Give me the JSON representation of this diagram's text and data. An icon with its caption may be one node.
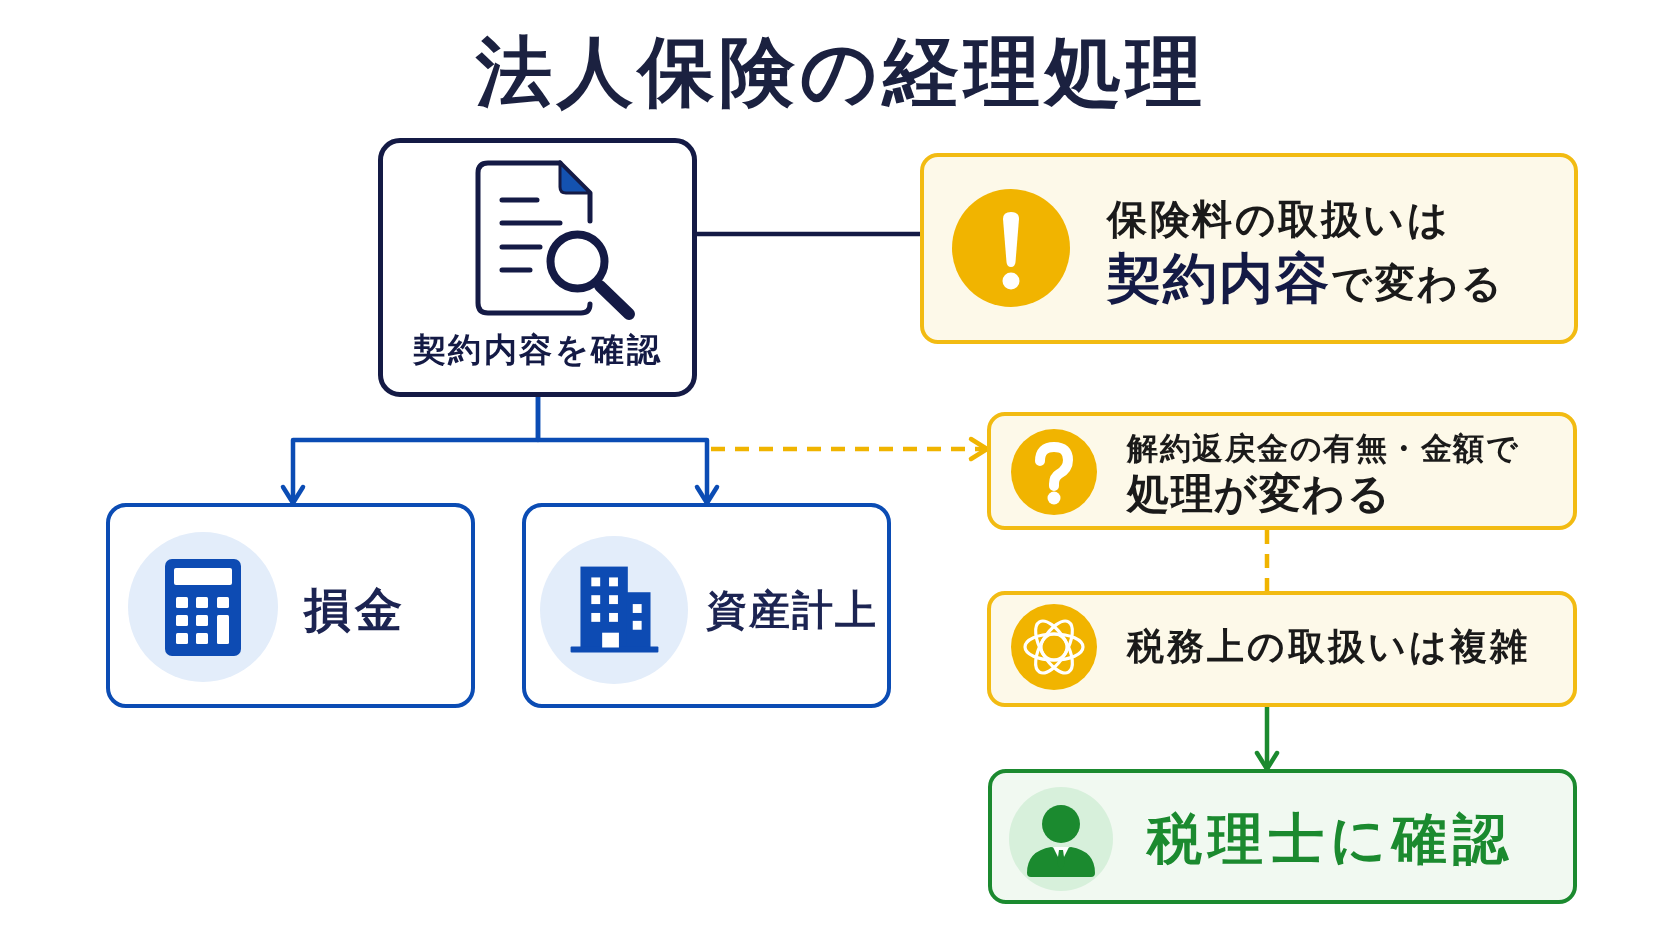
{
  "diagram": {
    "title": "法人保険の経理処理",
    "nodes": [
      {
        "text": [
          "契約内容を確認"
        ]
      },
      {
        "text": [
          "保険料の取扱いは**契約内容**で変わる"
        ]
      },
      {
        "text": [
          "損金"
        ]
      },
      {
        "text": [
          "資産計上"
        ]
      },
      {
        "text": [
          "解約返戻金の有無・金額で**処理が変わる**"
        ]
      },
      {
        "text": [
          "税務上の取扱いは複雑"
        ]
      },
      {
        "text": [
          "税理士に確認"
        ]
      }
    ],
    "edges": [
      {
        "from": 0,
        "to": 1,
        "arrow": "none",
        "color": "#141a45"
      },
      {
        "from": 0,
        "to": 2,
        "arrow": "to"
      },
      {
        "from": 0,
        "to": 3,
        "arrow": "to"
      },
      {
        "from": null,
        "to": 4,
        "arrow": "to",
        "style": "dashed",
        "color": "#f0b400"
      },
      {
        "from": 4,
        "to": 5,
        "arrow": "none",
        "style": "dashed",
        "color": "#f0b400"
      },
      {
        "from": 5,
        "to": 6,
        "arrow": "to",
        "color": "#1b8a2f"
      }
    ]
  }
}
